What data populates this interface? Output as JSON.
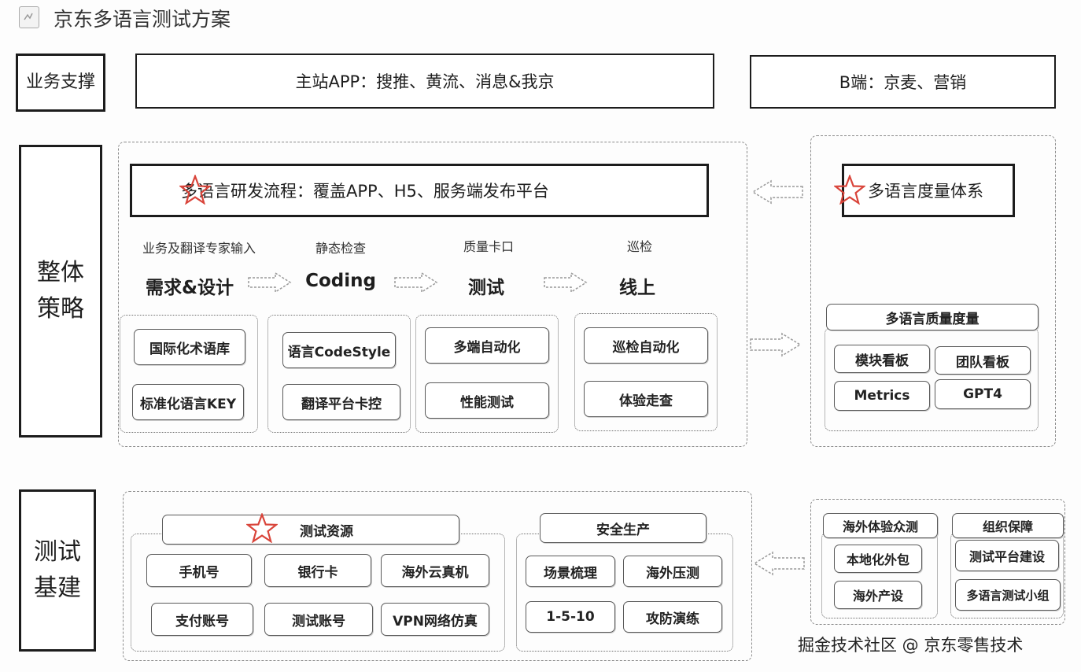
{
  "header": {
    "title": "京东多语言测试方案"
  },
  "rows": {
    "support": "业务支撑",
    "strategy": "整体策略",
    "infra": "测试基建"
  },
  "support": {
    "main": "主站APP：搜推、黄流、消息&我京",
    "b_side": "B端：京麦、营销"
  },
  "strategy": {
    "process_title": "多语言研发流程：覆盖APP、H5、服务端发布平台",
    "stages": [
      {
        "caption": "业务及翻译专家输入",
        "name": "需求&设计",
        "items": [
          "国际化术语库",
          "标准化语言KEY"
        ]
      },
      {
        "caption": "静态检查",
        "name": "Coding",
        "items": [
          "语言CodeStyle",
          "翻译平台卡控"
        ]
      },
      {
        "caption": "质量卡口",
        "name": "测试",
        "items": [
          "多端自动化",
          "性能测试"
        ]
      },
      {
        "caption": "巡检",
        "name": "线上",
        "items": [
          "巡检自动化",
          "体验走查"
        ]
      }
    ],
    "quality_system": "多语言度量体系",
    "quality_measure": "多语言质量度量",
    "quality_items": [
      "模块看板",
      "团队看板",
      "Metrics",
      "GPT4"
    ]
  },
  "infra": {
    "test_resources": "测试资源",
    "resources": [
      "手机号",
      "银行卡",
      "海外云真机",
      "支付账号",
      "测试账号",
      "VPN网络仿真"
    ],
    "safe_production": "安全生产",
    "safe_items": [
      "场景梳理",
      "海外压测",
      "1-5-10",
      "攻防演练"
    ],
    "overseas": "海外体验众测",
    "overseas_items": [
      "本地化外包",
      "海外产设"
    ],
    "org": "组织保障",
    "org_items": [
      "测试平台建设",
      "多语言测试小组"
    ]
  },
  "footer": {
    "watermark": "掘金技术社区 @ 京东零售技术"
  },
  "colors": {
    "star": "#d9443a",
    "border": "#1c1c1c",
    "dotted": "#8a8a8a"
  },
  "icons": [
    "star-icon",
    "hollow-arrow-right-icon",
    "hollow-arrow-left-icon",
    "doc-icon"
  ]
}
